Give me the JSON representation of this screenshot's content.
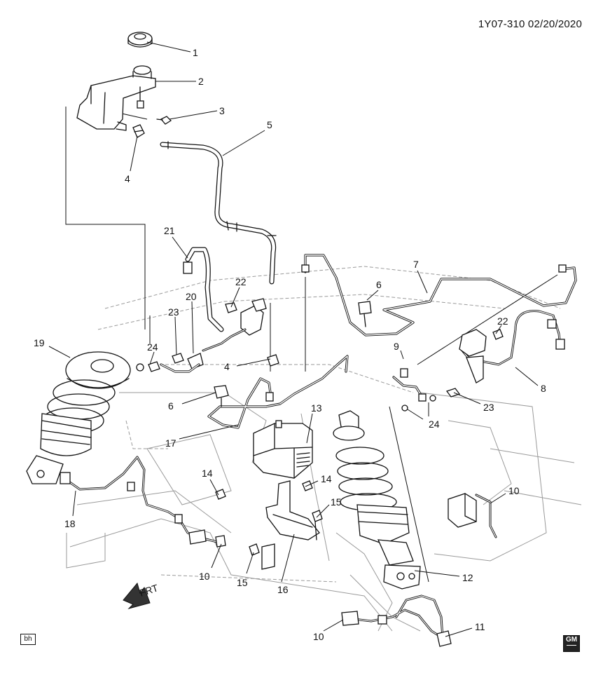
{
  "diagram_code": "1Y07-310 02/20/2020",
  "artist_initials": "bh",
  "front_indicator": "FRT",
  "logo_text": "GM",
  "callouts": [
    {
      "id": "c1",
      "label": "1"
    },
    {
      "id": "c2",
      "label": "2"
    },
    {
      "id": "c3",
      "label": "3"
    },
    {
      "id": "c4a",
      "label": "4"
    },
    {
      "id": "c4b",
      "label": "4"
    },
    {
      "id": "c5",
      "label": "5"
    },
    {
      "id": "c6a",
      "label": "6"
    },
    {
      "id": "c6b",
      "label": "6"
    },
    {
      "id": "c7",
      "label": "7"
    },
    {
      "id": "c8",
      "label": "8"
    },
    {
      "id": "c9",
      "label": "9"
    },
    {
      "id": "c10a",
      "label": "10"
    },
    {
      "id": "c10b",
      "label": "10"
    },
    {
      "id": "c10c",
      "label": "10"
    },
    {
      "id": "c11",
      "label": "11"
    },
    {
      "id": "c12",
      "label": "12"
    },
    {
      "id": "c13",
      "label": "13"
    },
    {
      "id": "c14a",
      "label": "14"
    },
    {
      "id": "c14b",
      "label": "14"
    },
    {
      "id": "c15a",
      "label": "15"
    },
    {
      "id": "c15b",
      "label": "15"
    },
    {
      "id": "c16",
      "label": "16"
    },
    {
      "id": "c17",
      "label": "17"
    },
    {
      "id": "c18",
      "label": "18"
    },
    {
      "id": "c19",
      "label": "19"
    },
    {
      "id": "c20",
      "label": "20"
    },
    {
      "id": "c21",
      "label": "21"
    },
    {
      "id": "c22a",
      "label": "22"
    },
    {
      "id": "c22b",
      "label": "22"
    },
    {
      "id": "c23a",
      "label": "23"
    },
    {
      "id": "c23b",
      "label": "23"
    },
    {
      "id": "c24a",
      "label": "24"
    },
    {
      "id": "c24b",
      "label": "24"
    }
  ]
}
